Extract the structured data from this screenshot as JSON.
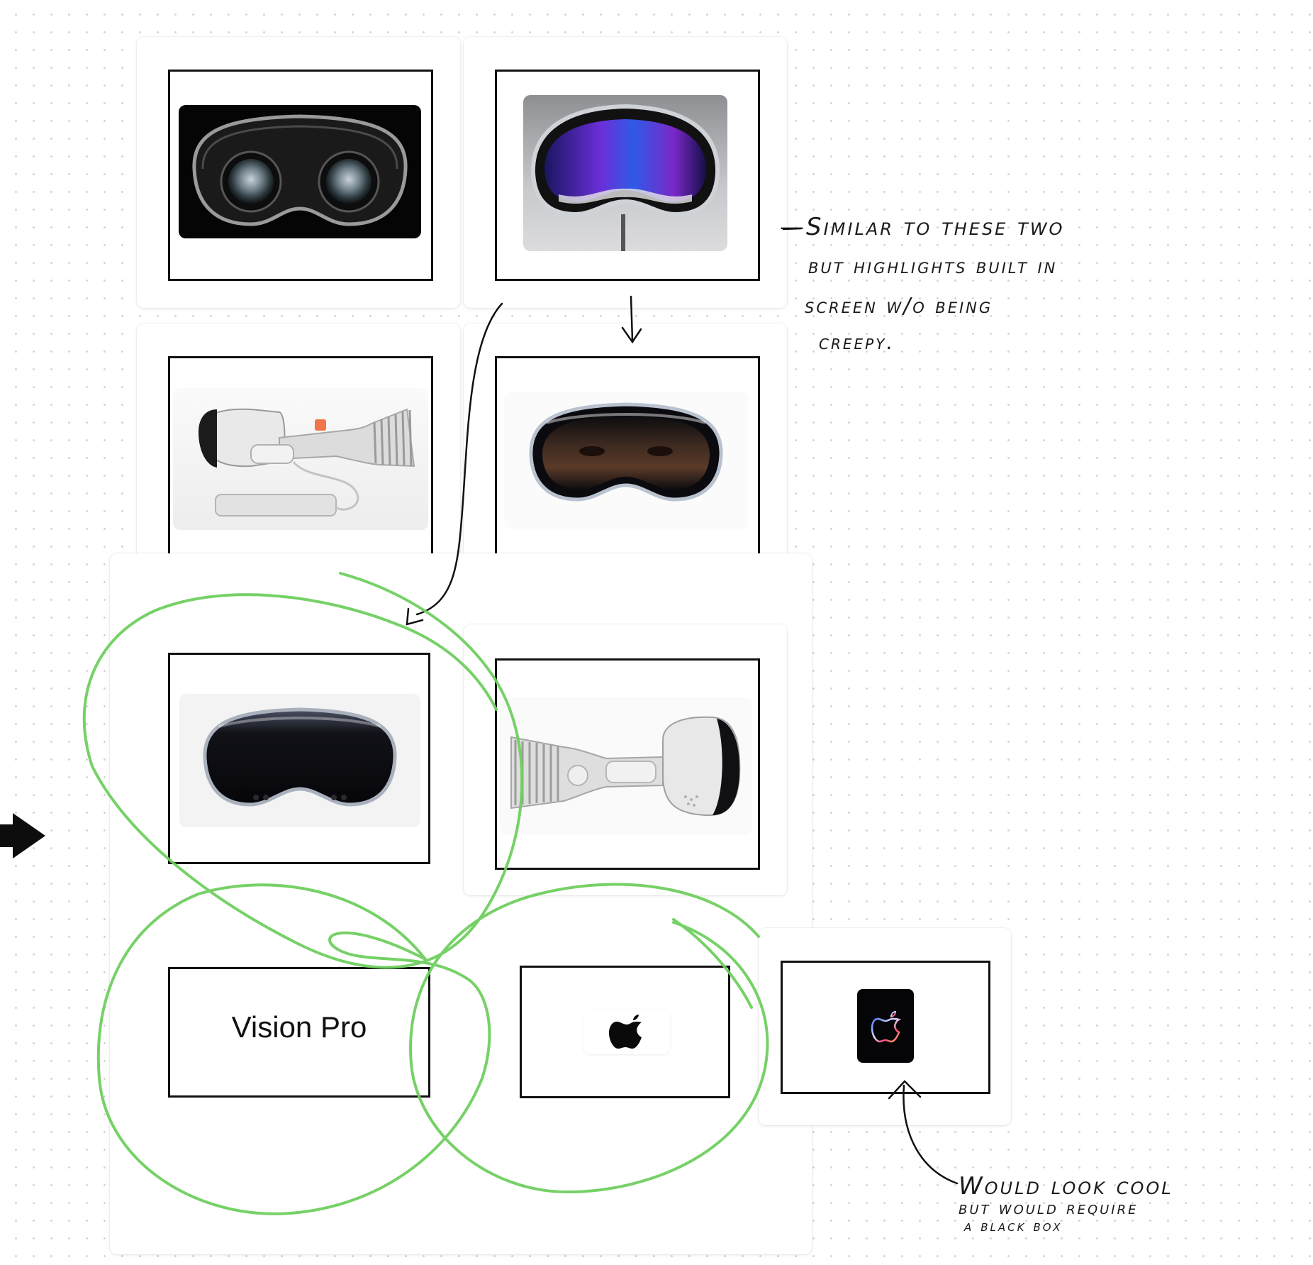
{
  "board": {
    "tiles": [
      {
        "kind": "image",
        "icon": "vision-pro-interior-lenses-image"
      },
      {
        "kind": "image",
        "icon": "vision-pro-front-display-image"
      },
      {
        "kind": "image",
        "icon": "vision-pro-side-with-battery-image"
      },
      {
        "kind": "image",
        "icon": "vision-pro-eyesight-display-image"
      },
      {
        "kind": "image",
        "icon": "vision-pro-front-dark-glass-image"
      },
      {
        "kind": "image",
        "icon": "vision-pro-side-headband-image"
      },
      {
        "kind": "text",
        "text": "Vision Pro"
      },
      {
        "kind": "logo",
        "icon": "apple-logo-icon"
      },
      {
        "kind": "logo",
        "icon": "apple-glow-logo-on-black-icon"
      }
    ],
    "wordmark": "Vision Pro",
    "annotations": {
      "top_note_lines": [
        "—Similar to these two",
        "but highlights built in",
        "screen w/o being",
        "creepy."
      ],
      "bottom_note_lines": [
        "Would look cool",
        "but would require",
        "a black box"
      ]
    },
    "colors": {
      "highlight_stroke": "#6fcf5f",
      "ink": "#111111",
      "canvas_dot": "#d4d4d4"
    }
  }
}
